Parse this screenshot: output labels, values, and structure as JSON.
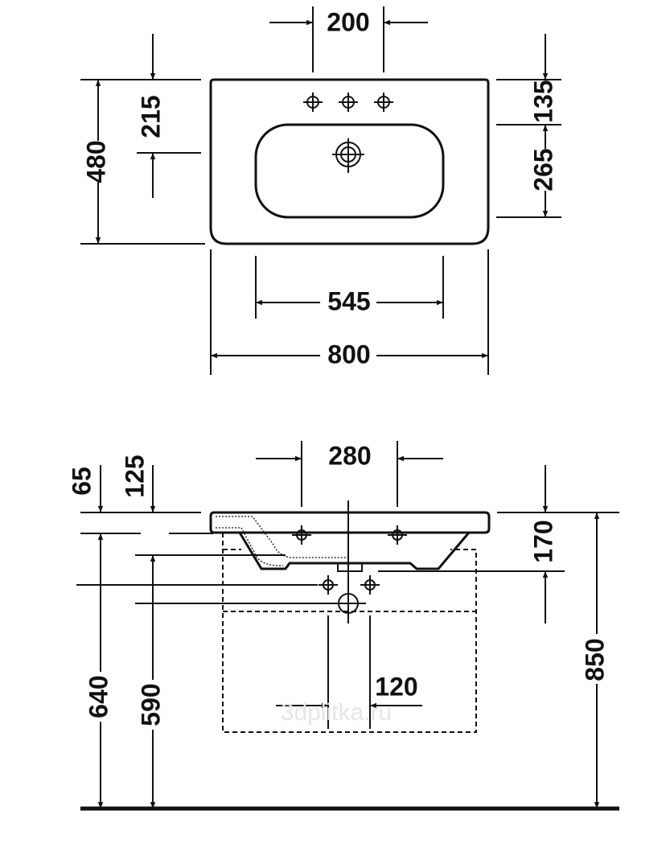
{
  "top_view": {
    "dims": {
      "tap_spacing": "200",
      "tap_to_drain": "215",
      "depth": "480",
      "rim_front": "135",
      "bowl_depth": "265",
      "bowl_width": "545",
      "width": "800"
    }
  },
  "side_view": {
    "dims": {
      "tap_spacing": "280",
      "thickness": "65",
      "depth_125": "125",
      "depth_170": "170",
      "height_640": "640",
      "height_590": "590",
      "drain_spacing": "120",
      "height_850": "850"
    }
  },
  "watermark": "3dplitka.ru"
}
